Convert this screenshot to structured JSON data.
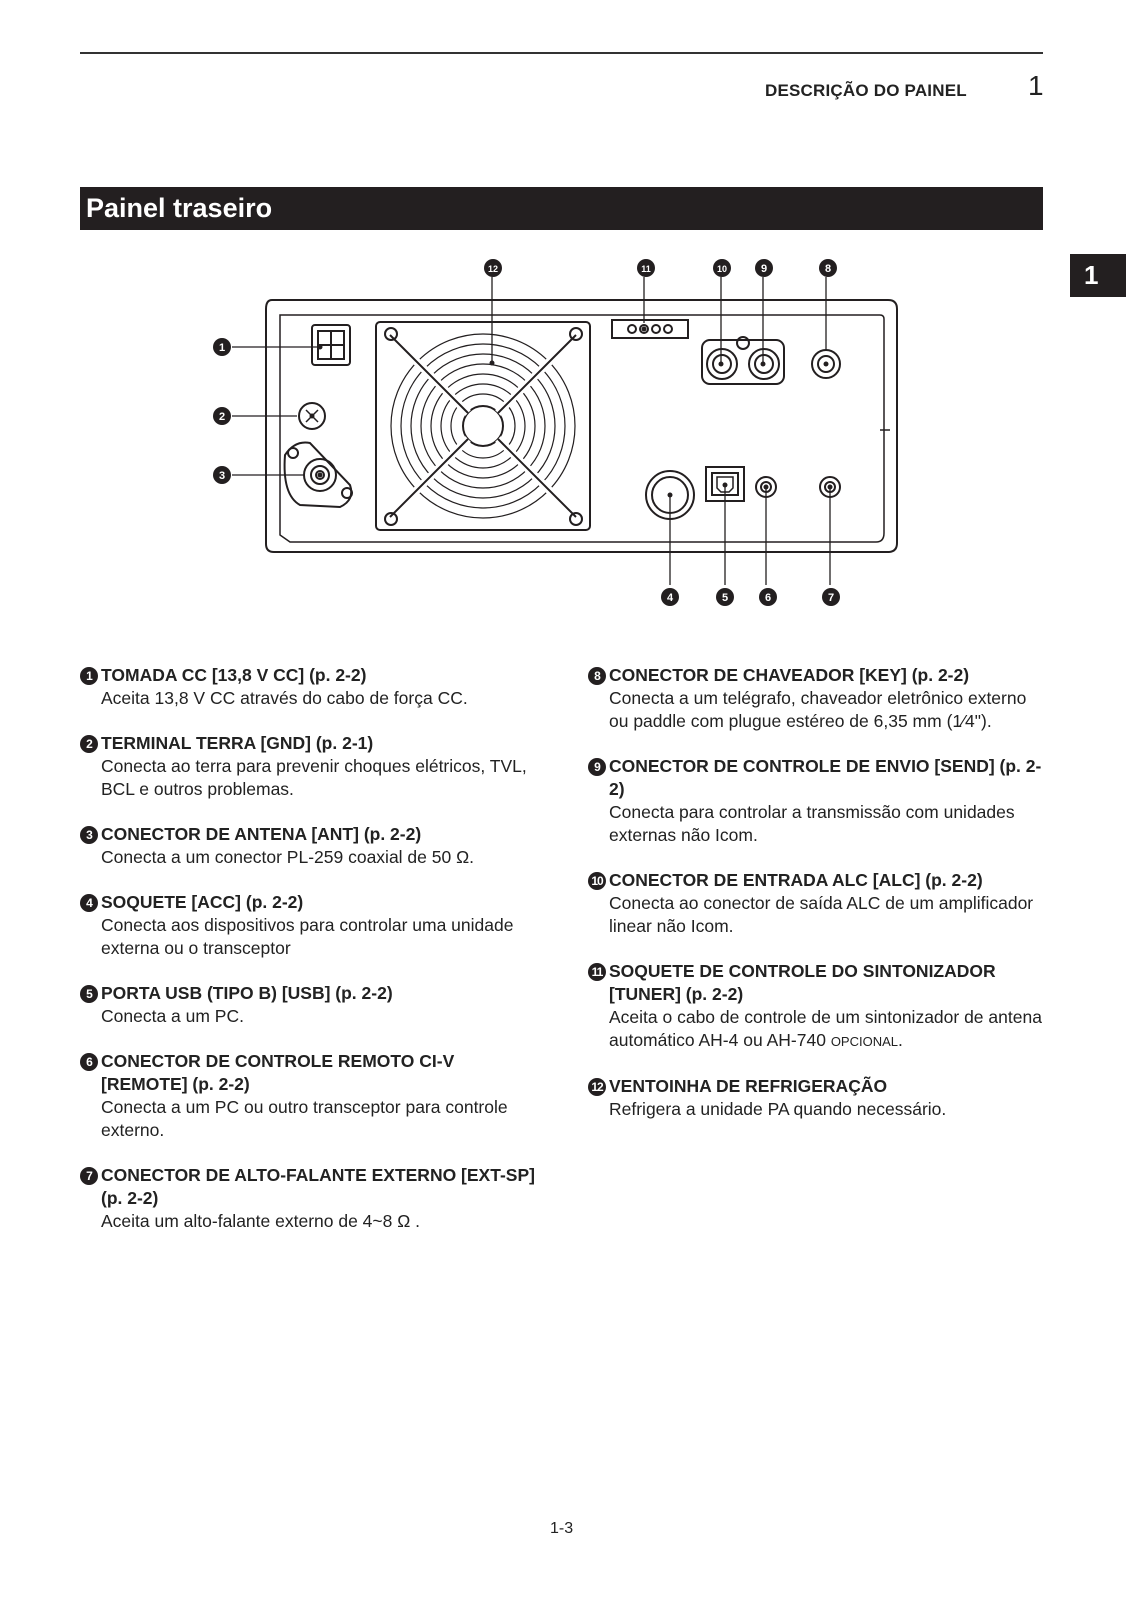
{
  "header": {
    "section": "DESCRIÇÃO DO PAINEL",
    "chapter": "1"
  },
  "title": "Painel traseiro",
  "side_tab": "1",
  "callouts": [
    "1",
    "2",
    "3",
    "4",
    "5",
    "6",
    "7",
    "8",
    "9",
    "10",
    "11",
    "12"
  ],
  "items": [
    {
      "num": "1",
      "title": "TOMADA CC [13,8 V CC] (p. 2-2)",
      "desc": "Aceita 13,8 V CC através do cabo de força CC."
    },
    {
      "num": "2",
      "title": "TERMINAL TERRA [GND] (p. 2-1)",
      "desc": "Conecta ao terra para prevenir choques elétricos, TVL, BCL e outros problemas."
    },
    {
      "num": "3",
      "title": "CONECTOR DE ANTENA [ANT] (p. 2-2)",
      "desc": "Conecta a um conector PL-259 coaxial de 50 Ω."
    },
    {
      "num": "4",
      "title": "SOQUETE [ACC] (p. 2-2)",
      "desc": "Conecta aos dispositivos para controlar uma unidade externa ou o transceptor"
    },
    {
      "num": "5",
      "title": "PORTA USB (TIPO B) [USB] (p. 2-2)",
      "desc": "Conecta a um PC."
    },
    {
      "num": "6",
      "title": "CONECTOR DE CONTROLE REMOTO CI-V [REMOTE] (p. 2-2)",
      "desc": "Conecta a um PC ou outro transceptor para controle externo."
    },
    {
      "num": "7",
      "title": "CONECTOR DE ALTO-FALANTE EXTERNO [EXT-SP] (p. 2-2)",
      "desc": "Aceita um alto-falante externo de 4~8 Ω ."
    },
    {
      "num": "8",
      "title": "CONECTOR DE CHAVEADOR [KEY] (p. 2-2)",
      "desc": "Conecta a um telégrafo, chaveador eletrônico externo ou paddle com plugue estéreo de 6,35 mm (1⁄4\")."
    },
    {
      "num": "9",
      "title": "CONECTOR DE CONTROLE DE ENVIO [SEND] (p. 2-2)",
      "desc": "Conecta para controlar a transmissão com unidades externas não Icom."
    },
    {
      "num": "10",
      "title": "CONECTOR DE ENTRADA ALC [ALC] (p. 2-2)",
      "desc": "Conecta ao conector de saída ALC de um amplificador linear não Icom."
    },
    {
      "num": "11",
      "title": "SOQUETE DE CONTROLE DO SINTONIZADOR [TUNER] (p. 2-2)",
      "desc": "Aceita o cabo de controle de um sintonizador de antena automático AH-4 ou AH-740",
      "desc_suffix": "OPCIONAL",
      "desc_end": "."
    },
    {
      "num": "12",
      "title": "VENTOINHA DE REFRIGERAÇÃO",
      "desc": "Refrigera a unidade PA quando necessário."
    }
  ],
  "footer": {
    "page": "1-3"
  }
}
